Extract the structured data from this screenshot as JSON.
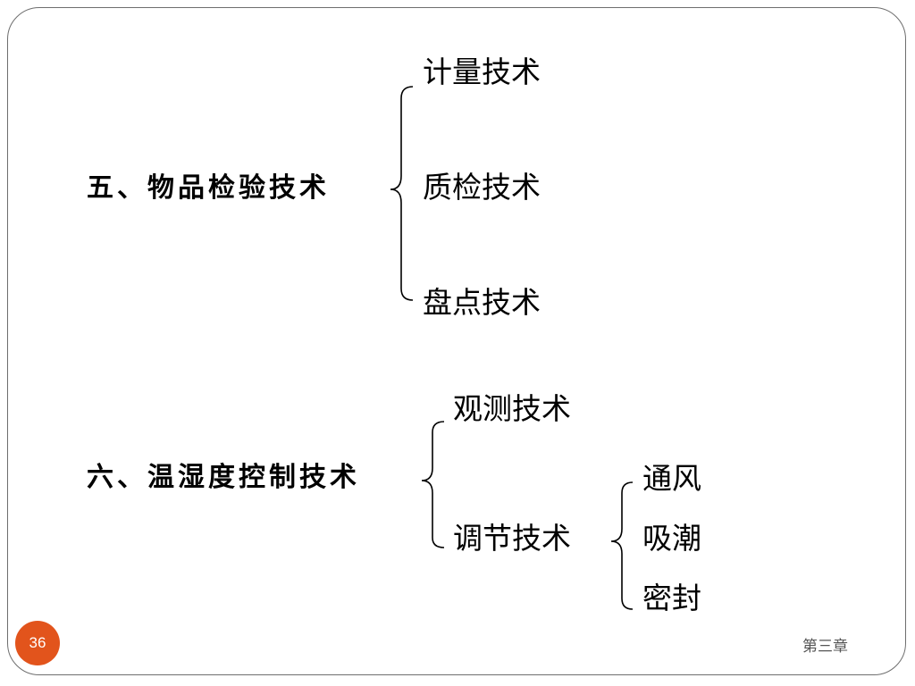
{
  "section5": {
    "heading": "五、物品检验技术",
    "items": [
      "计量技术",
      "质检技术",
      "盘点技术"
    ]
  },
  "section6": {
    "heading": "六、温湿度控制技术",
    "items": [
      "观测技术",
      "调节技术"
    ],
    "sub_items": [
      "通风",
      "吸潮",
      "密封"
    ]
  },
  "footer": {
    "page_number": "36",
    "chapter": "第三章"
  },
  "colors": {
    "badge": "#e2541c",
    "border": "#6e6e6e",
    "footer_text": "#555555"
  }
}
